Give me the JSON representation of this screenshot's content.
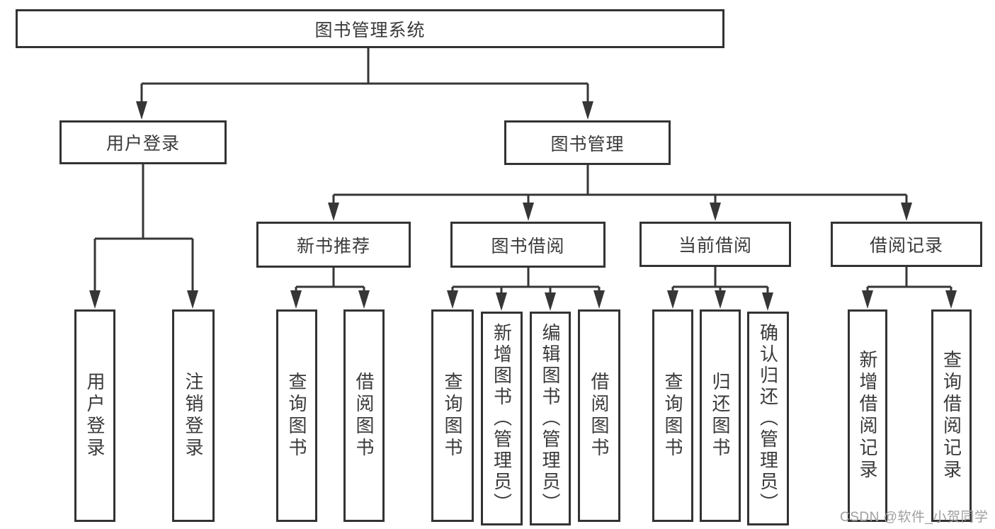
{
  "diagram": {
    "title": "图书管理系统",
    "level2": [
      {
        "label": "用户登录"
      },
      {
        "label": "图书管理"
      }
    ],
    "level3": [
      {
        "label": "新书推荐"
      },
      {
        "label": "图书借阅"
      },
      {
        "label": "当前借阅"
      },
      {
        "label": "借阅记录"
      }
    ],
    "leaves": [
      {
        "label": "用户登录"
      },
      {
        "label": "注销登录"
      },
      {
        "label": "查询图书"
      },
      {
        "label": "借阅图书"
      },
      {
        "label": "查询图书"
      },
      {
        "label": "新增图书（管理员）"
      },
      {
        "label": "编辑图书（管理员）"
      },
      {
        "label": "借阅图书"
      },
      {
        "label": "查询图书"
      },
      {
        "label": "归还图书"
      },
      {
        "label": "确认归还（管理员）"
      },
      {
        "label": "新增借阅记录"
      },
      {
        "label": "查询借阅记录"
      }
    ]
  },
  "watermark": "CSDN @软件_小贺同学",
  "colors": {
    "line": "#363636",
    "border": "#333333",
    "text": "#3a3a3a",
    "watermark": "#9f9f9f",
    "background": "#ffffff"
  }
}
